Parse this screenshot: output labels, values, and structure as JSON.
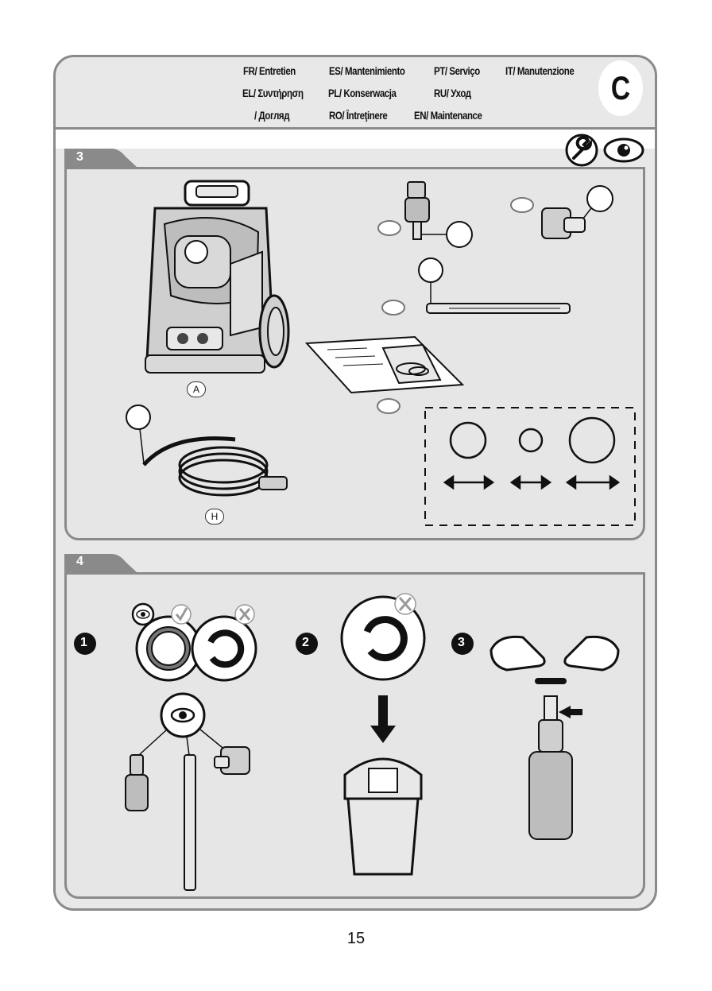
{
  "languages": [
    "FR/ Entretien",
    "ES/ Mantenimiento",
    "PT/ Serviço",
    "IT/ Manutenzione",
    "EL/ Συντήρηση",
    "PL/ Konserwacja",
    "RU/ Уход",
    "/ Догляд",
    "RO/ Întreţinere",
    "EN/ Maintenance"
  ],
  "chapter_badge": "C",
  "sections": [
    {
      "number": "3",
      "parts": {
        "machine_label": "A",
        "hose_label": "H"
      }
    },
    {
      "number": "4",
      "steps": [
        "1",
        "2",
        "3"
      ]
    }
  ],
  "icons": [
    "wrench-icon",
    "eye-icon",
    "check-icon",
    "cross-icon",
    "trash-bin-icon",
    "arrow-down-icon"
  ],
  "page_number": "15"
}
